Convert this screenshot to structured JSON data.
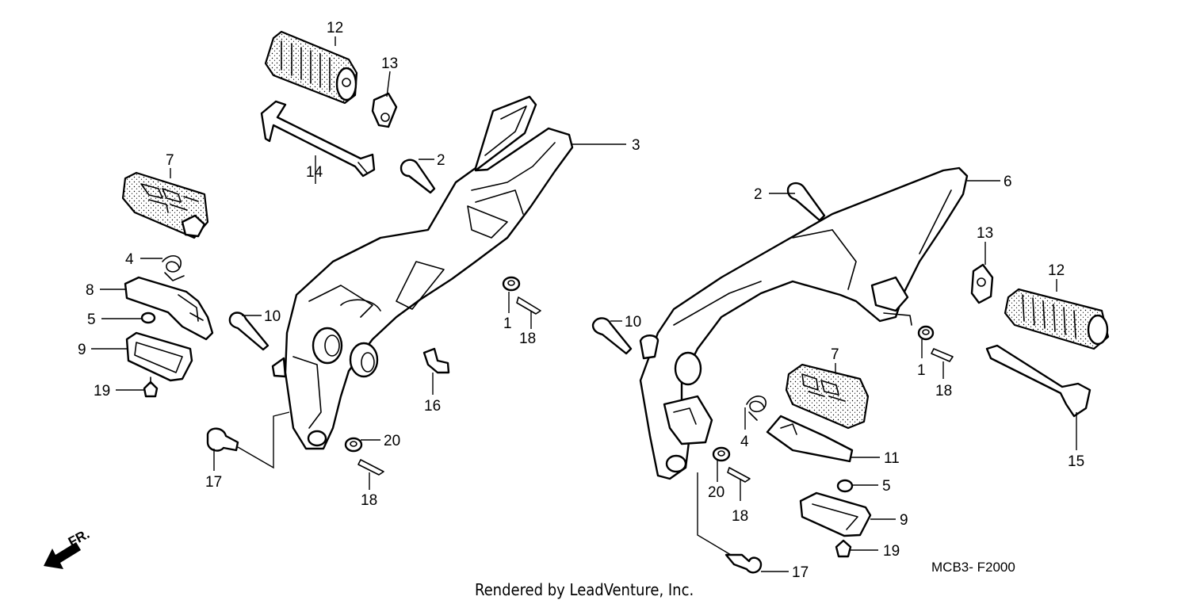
{
  "diagram": {
    "callouts": {
      "c1a": "1",
      "c2a": "2",
      "c3": "3",
      "c4a": "4",
      "c5a": "5",
      "c7a": "7",
      "c8": "8",
      "c9a": "9",
      "c10a": "10",
      "c12a": "12",
      "c13a": "13",
      "c14": "14",
      "c16": "16",
      "c17a": "17",
      "c18a": "18",
      "c18b": "18",
      "c19a": "19",
      "c20a": "20",
      "c2b": "2",
      "c6": "6",
      "c13b": "13",
      "c12b": "12",
      "c10b": "10",
      "c1b": "1",
      "c18c": "18",
      "c7b": "7",
      "c4b": "4",
      "c11": "11",
      "c15": "15",
      "c5b": "5",
      "c20b": "20",
      "c18d": "18",
      "c9b": "9",
      "c19b": "19",
      "c17b": "17"
    },
    "direction_label": "FR.",
    "diagram_code": "MCB3- F2000",
    "credit": "Rendered by LeadVenture, Inc."
  },
  "colors": {
    "line": "#000000",
    "background": "#ffffff"
  },
  "icons": {
    "front_arrow": "arrow-left-down-icon"
  }
}
